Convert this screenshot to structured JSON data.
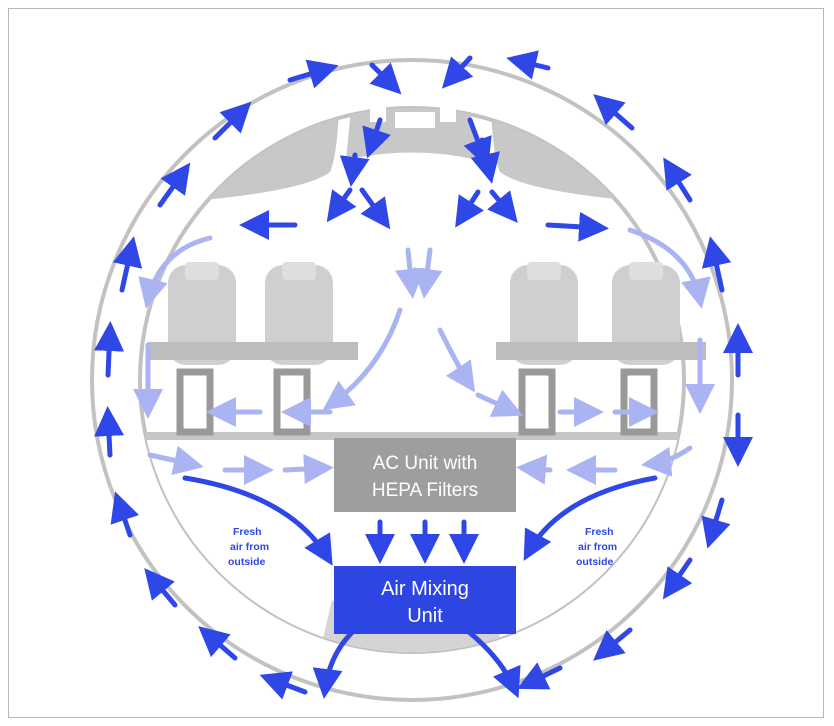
{
  "colors": {
    "primary_blue": "#2f47e6",
    "light_blue": "#aab4f2",
    "gray_fill": "#c8c8c8",
    "seat_fill": "#cfcfcf",
    "ac_box": "#9e9e9e",
    "mix_box": "#2c45e3"
  },
  "ac_unit": {
    "line1": "AC Unit with",
    "line2": "HEPA Filters"
  },
  "mixing_unit": {
    "line1": "Air Mixing",
    "line2": "Unit"
  },
  "fresh_air_left": {
    "line1": "Fresh",
    "line2": "air from",
    "line3": "outside"
  },
  "fresh_air_right": {
    "line1": "Fresh",
    "line2": "air from",
    "line3": "outside"
  }
}
